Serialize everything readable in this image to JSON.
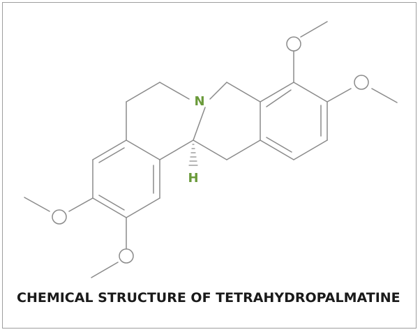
{
  "caption": "CHEMICAL STRUCTURE OF TETRAHYDROPALMATINE",
  "atoms": {
    "nitrogen": "N",
    "hydrogen": "H"
  },
  "colors": {
    "bond": "#8a8a8a",
    "heteroatom": "#6a9a3a",
    "text": "#1a1a1a"
  }
}
